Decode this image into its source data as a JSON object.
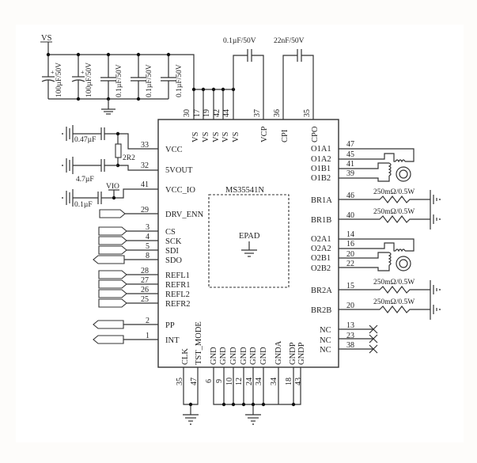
{
  "chip": {
    "part_number": "MS35541N",
    "epad_label": "EPAD"
  },
  "power": {
    "net_label": "VS",
    "bulk_caps": [
      "100µF/50V",
      "100µF/50V"
    ],
    "decoupling_caps": [
      "0.1µF/50V",
      "0.1µF/50V",
      "0.1µF/50V"
    ],
    "vcp_cap": "0.1µF/50V",
    "pump_cap": "22nF/50V",
    "vio_label": "VIO",
    "resistor_label": "2R2",
    "vcc_cap": "0.47µF",
    "vout_cap": "4.7µF",
    "vio_cap": "0.1µF"
  },
  "top_pins": [
    {
      "num": "30",
      "name": "VS"
    },
    {
      "num": "17",
      "name": "VS"
    },
    {
      "num": "19",
      "name": "VS"
    },
    {
      "num": "42",
      "name": "VS"
    },
    {
      "num": "44",
      "name": "VS"
    },
    {
      "num": "37",
      "name": "VCP"
    },
    {
      "num": "36",
      "name": "CPI"
    },
    {
      "num": "35",
      "name": "CPO"
    }
  ],
  "left_pins": [
    {
      "num": "33",
      "name": "VCC"
    },
    {
      "num": "32",
      "name": "5VOUT"
    },
    {
      "num": "41",
      "name": "VCC_IO"
    },
    {
      "num": "29",
      "name": "DRV_ENN"
    },
    {
      "num": "3",
      "name": "CS"
    },
    {
      "num": "4",
      "name": "SCK"
    },
    {
      "num": "5",
      "name": "SDI"
    },
    {
      "num": "8",
      "name": "SDO"
    },
    {
      "num": "28",
      "name": "REFL1"
    },
    {
      "num": "27",
      "name": "REFR1"
    },
    {
      "num": "26",
      "name": "REFL2"
    },
    {
      "num": "25",
      "name": "REFR2"
    },
    {
      "num": "2",
      "name": "PP"
    },
    {
      "num": "1",
      "name": "INT"
    }
  ],
  "right_pins": [
    {
      "num": "47",
      "name": "O1A1"
    },
    {
      "num": "45",
      "name": "O1A2"
    },
    {
      "num": "41",
      "name": "O1B1"
    },
    {
      "num": "39",
      "name": "O1B2"
    },
    {
      "num": "46",
      "name": "BR1A"
    },
    {
      "num": "40",
      "name": "BR1B"
    },
    {
      "num": "14",
      "name": "O2A1"
    },
    {
      "num": "16",
      "name": "O2A2"
    },
    {
      "num": "20",
      "name": "O2B1"
    },
    {
      "num": "22",
      "name": "O2B2"
    },
    {
      "num": "15",
      "name": "BR2A"
    },
    {
      "num": "20",
      "name": "BR2B"
    },
    {
      "num": "13",
      "name": "NC"
    },
    {
      "num": "23",
      "name": "NC"
    },
    {
      "num": "38",
      "name": "NC"
    }
  ],
  "sense_resistor": "250mΩ/0.5W",
  "bottom_pins": [
    {
      "num": "35",
      "name": "CLK"
    },
    {
      "num": "47",
      "name": "TST_MODE"
    },
    {
      "num": "6",
      "name": "GND"
    },
    {
      "num": "9",
      "name": "GND"
    },
    {
      "num": "10",
      "name": "GND"
    },
    {
      "num": "12",
      "name": "GND"
    },
    {
      "num": "24",
      "name": "GND"
    },
    {
      "num": "34",
      "name": "GND"
    },
    {
      "num": "34",
      "name": "GNDA"
    },
    {
      "num": "18",
      "name": "GNDP"
    },
    {
      "num": "43",
      "name": "GNDP"
    }
  ]
}
